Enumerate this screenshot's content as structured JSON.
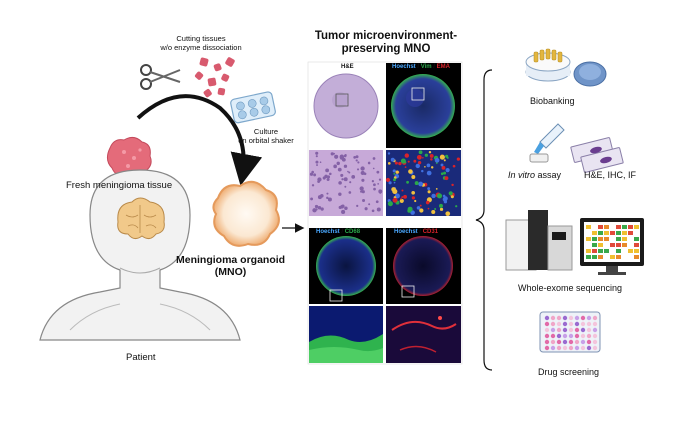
{
  "title": {
    "line1": "Tumor microenvironment-",
    "line2": "preserving MNO"
  },
  "steps": {
    "cutting_line1": "Cutting tissues",
    "cutting_line2": "w/o enzyme dissociation",
    "culture_line1": "Culture",
    "culture_line2": "on orbital shaker",
    "fresh_tissue": "Fresh meningioma tissue",
    "organoid_line1": "Meningioma organoid",
    "organoid_line2": "(MNO)",
    "patient": "Patient"
  },
  "panels": {
    "he": "H&E",
    "stain1": {
      "a": "Hoechst",
      "sep1": " / ",
      "b": "Vim",
      "sep2": " / ",
      "c": "EMA"
    },
    "stain2": {
      "a": "Hoechst",
      "sep": " / ",
      "b": "CD68"
    },
    "stain3": {
      "a": "Hoechst",
      "sep": " / ",
      "b": "CD31"
    }
  },
  "applications": {
    "biobanking": "Biobanking",
    "invitro_italic": "In vitro",
    "invitro_rest": " assay",
    "histology": "H&E, IHC, IF",
    "wes": "Whole-exome sequencing",
    "drug": "Drug screening"
  },
  "colors": {
    "hoechst": "#1f5fd6",
    "vim": "#2aa84a",
    "ema": "#d8232a",
    "cd68": "#2aa84a",
    "cd31": "#d8232a",
    "tissue": "#e46b7a",
    "organoid": "#f6c79a",
    "he_stain": "#b9a0cc"
  }
}
